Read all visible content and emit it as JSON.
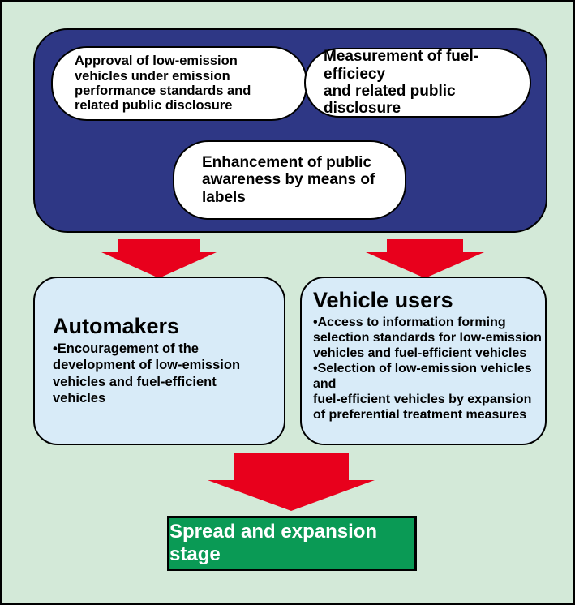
{
  "top_panel": {
    "pill_approval": "Approval of low-emission\nvehicles under emission\nperformance standards and\nrelated public disclosure",
    "pill_fuel": "Measurement of fuel-efficiecy\nand related public disclosure",
    "pill_awareness": "Enhancement of public\nawareness by means of labels"
  },
  "automakers": {
    "title": "Automakers",
    "bullets": [
      "•Encouragement of the\n  development of low-emission\n  vehicles and fuel-efficient\n  vehicles"
    ]
  },
  "vehicle_users": {
    "title": "Vehicle users",
    "bullets": [
      "•Access to information forming\n  selection standards for low-emission\n  vehicles and fuel-efficient vehicles",
      "•Selection of low-emission vehicles and\n  fuel-efficient vehicles by expansion\n  of preferential treatment measures"
    ]
  },
  "stage": {
    "label": "Spread and expansion stage"
  },
  "colors": {
    "background": "#d3e9d8",
    "panel": "#2e3785",
    "box": "#d8ebf8",
    "arrow": "#e8001c",
    "stage": "#0a9a55"
  }
}
